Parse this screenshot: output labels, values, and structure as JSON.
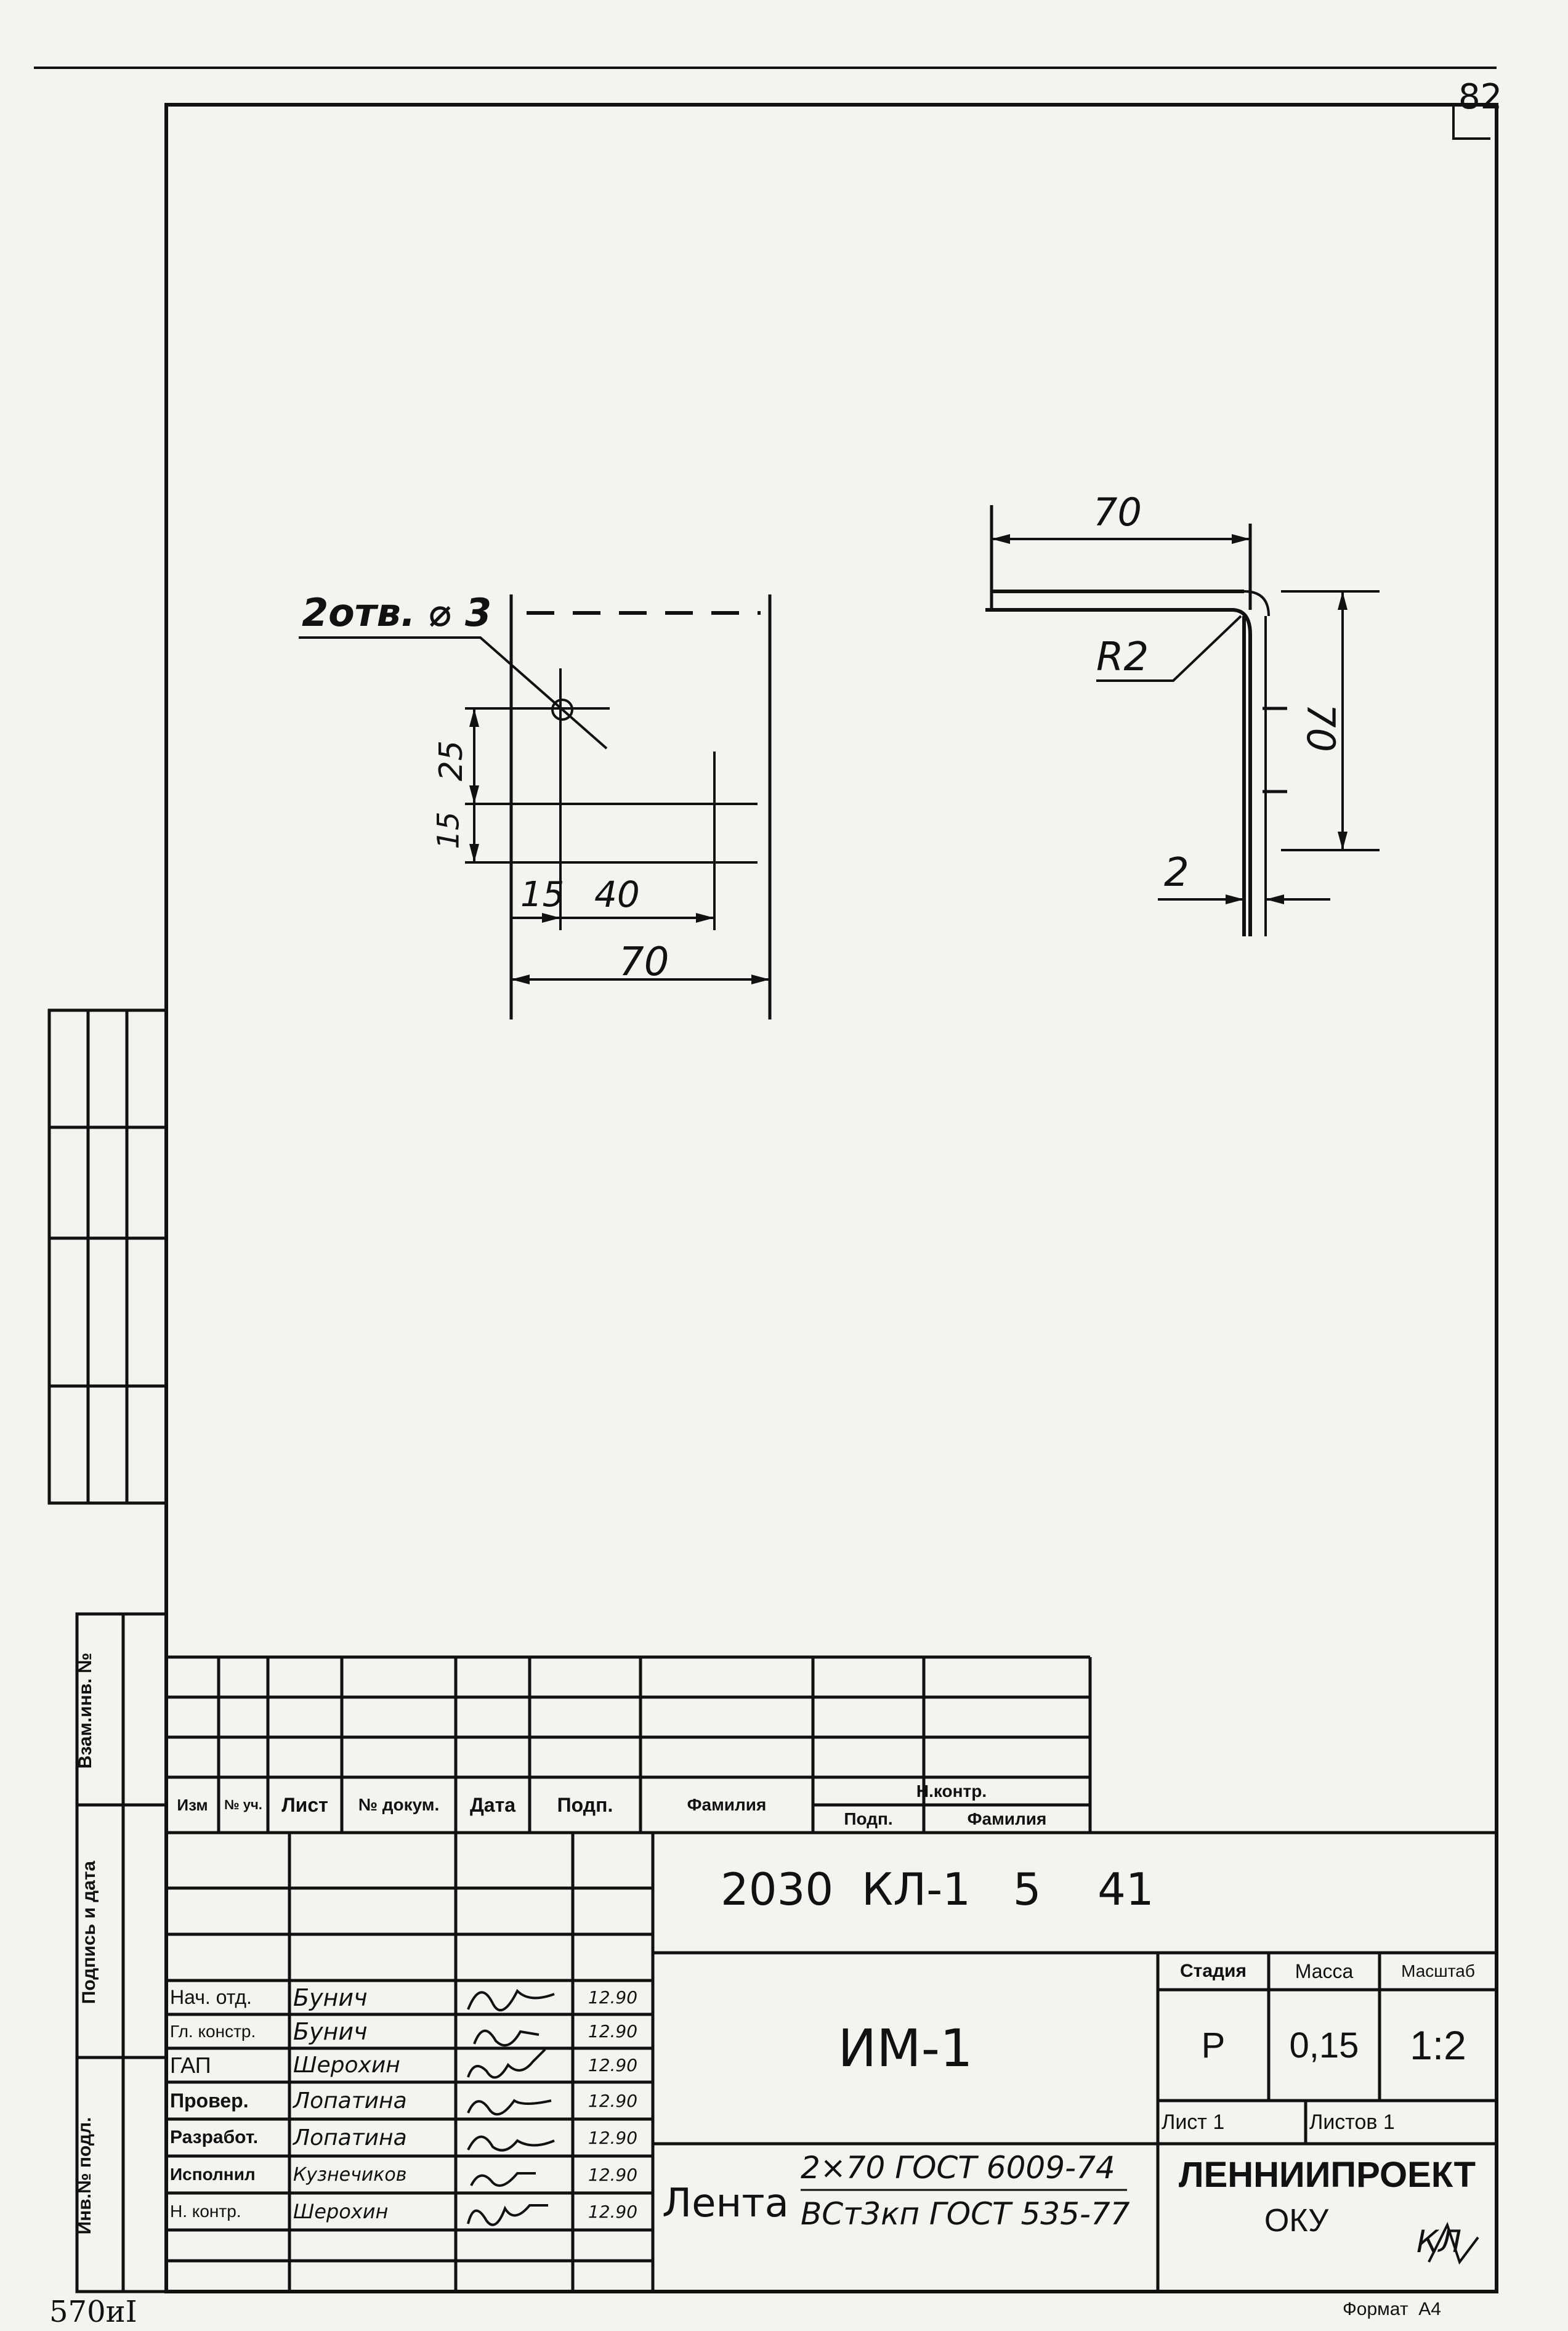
{
  "sheet": {
    "page_number": "82",
    "inventory_number": "570иI",
    "format_label": "Формат  А4"
  },
  "drawing": {
    "holes_label": "2отв. ⌀ 3",
    "dim_left_25": "25",
    "dim_left_15": "15",
    "dim_15": "15",
    "dim_40": "40",
    "dim_70_bottom": "70",
    "dim_70_top": "70",
    "dim_70_right": "70",
    "radius_label": "R2",
    "thickness_label": "2"
  },
  "side_stamp": {
    "inv_podl": "Инв.№ подл.",
    "podpis_data": "Подпись и дата",
    "vzam_inv": "Взам.инв. №"
  },
  "revision_table": {
    "headers": [
      "Изм",
      "№ уч.",
      "Лист",
      "№ докум.",
      "Дата",
      "Подп.",
      "Фамилия"
    ],
    "n_kontr": "Н.контр.",
    "n_kontr_sub": [
      "Подп.",
      "Фамилия"
    ]
  },
  "title_block": {
    "doc_code": "2030  КЛ-1   5    41",
    "part_name": "ИМ-1",
    "stage_header": "Стадия",
    "mass_header": "Масса",
    "scale_header": "Масштаб",
    "stage": "Р",
    "mass": "0,15",
    "scale": "1:2",
    "sheet_label": "Лист  1",
    "sheets_label": "Листов  1",
    "material_word": "Лента",
    "material_top": "2×70 ГОСТ 6009-74",
    "material_bottom": "ВСт3кп ГОСТ 535-77",
    "org_name": "ЛЕННИИПРОЕКТ",
    "org_dept": "ОКУ",
    "org_mark": "КЛ",
    "signatures": [
      {
        "role": "Нач. отд.",
        "name": "Бунич",
        "date": "12.90"
      },
      {
        "role": "Гл. констр.",
        "name": "Бунич",
        "date": "12.90"
      },
      {
        "role": "ГАП",
        "name": "Шерохин",
        "date": "12.90"
      },
      {
        "role": "Провер.",
        "name": "Лопатина",
        "date": "12.90"
      },
      {
        "role": "Разработ.",
        "name": "Лопатина",
        "date": "12.90"
      },
      {
        "role": "Исполнил",
        "name": "Кузнечиков",
        "date": "12.90"
      },
      {
        "role": "Н. контр.",
        "name": "Шерохин",
        "date": "12.90"
      }
    ]
  }
}
